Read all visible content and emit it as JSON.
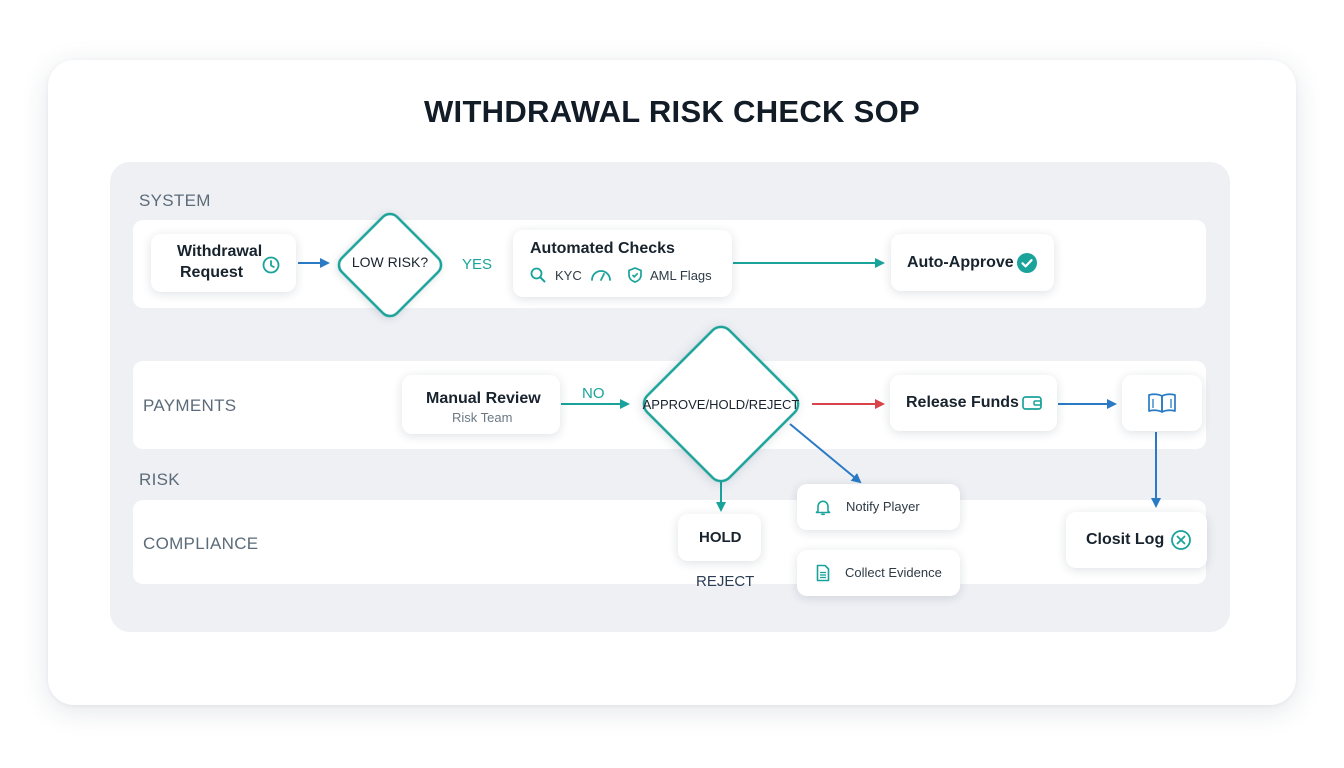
{
  "title": "WITHDRAWAL RISK CHECK SOP",
  "lanes": {
    "system": "SYSTEM",
    "payments": "PAYMENTS",
    "risk": "RISK",
    "compliance": "COMPLIANCE"
  },
  "nodes": {
    "withdrawal_request": {
      "line1": "Withdrawal",
      "line2": "Request",
      "icon": "clock-icon"
    },
    "low_risk": "LOW RISK?",
    "yes_label": "YES",
    "automated_checks": {
      "title": "Automated Checks",
      "items": [
        {
          "icon": "search-icon",
          "label": "KYC"
        },
        {
          "icon": "gauge-icon",
          "label": ""
        },
        {
          "icon": "shield-icon",
          "label": "AML Flags"
        }
      ]
    },
    "auto_approve": {
      "label": "Auto-Approve",
      "icon": "check-circle-icon"
    },
    "manual_review": {
      "title": "Manual Review",
      "subtitle": "Risk Team"
    },
    "no_label": "NO",
    "decision": "APPROVE/HOLD/REJECT",
    "release_funds": {
      "label": "Release Funds",
      "icon": "wallet-icon"
    },
    "book_icon": "book-icon",
    "hold": "HOLD",
    "reject": "REJECT",
    "notify_player": {
      "label": "Notify Player",
      "icon": "bell-icon"
    },
    "collect_evidence": {
      "label": "Collect Evidence",
      "icon": "document-icon"
    },
    "closit_log": {
      "label": "Closit Log",
      "icon": "x-circle-icon"
    }
  },
  "colors": {
    "teal": "#1aa39a",
    "blue": "#2a7bc4",
    "red": "#d9434a"
  }
}
